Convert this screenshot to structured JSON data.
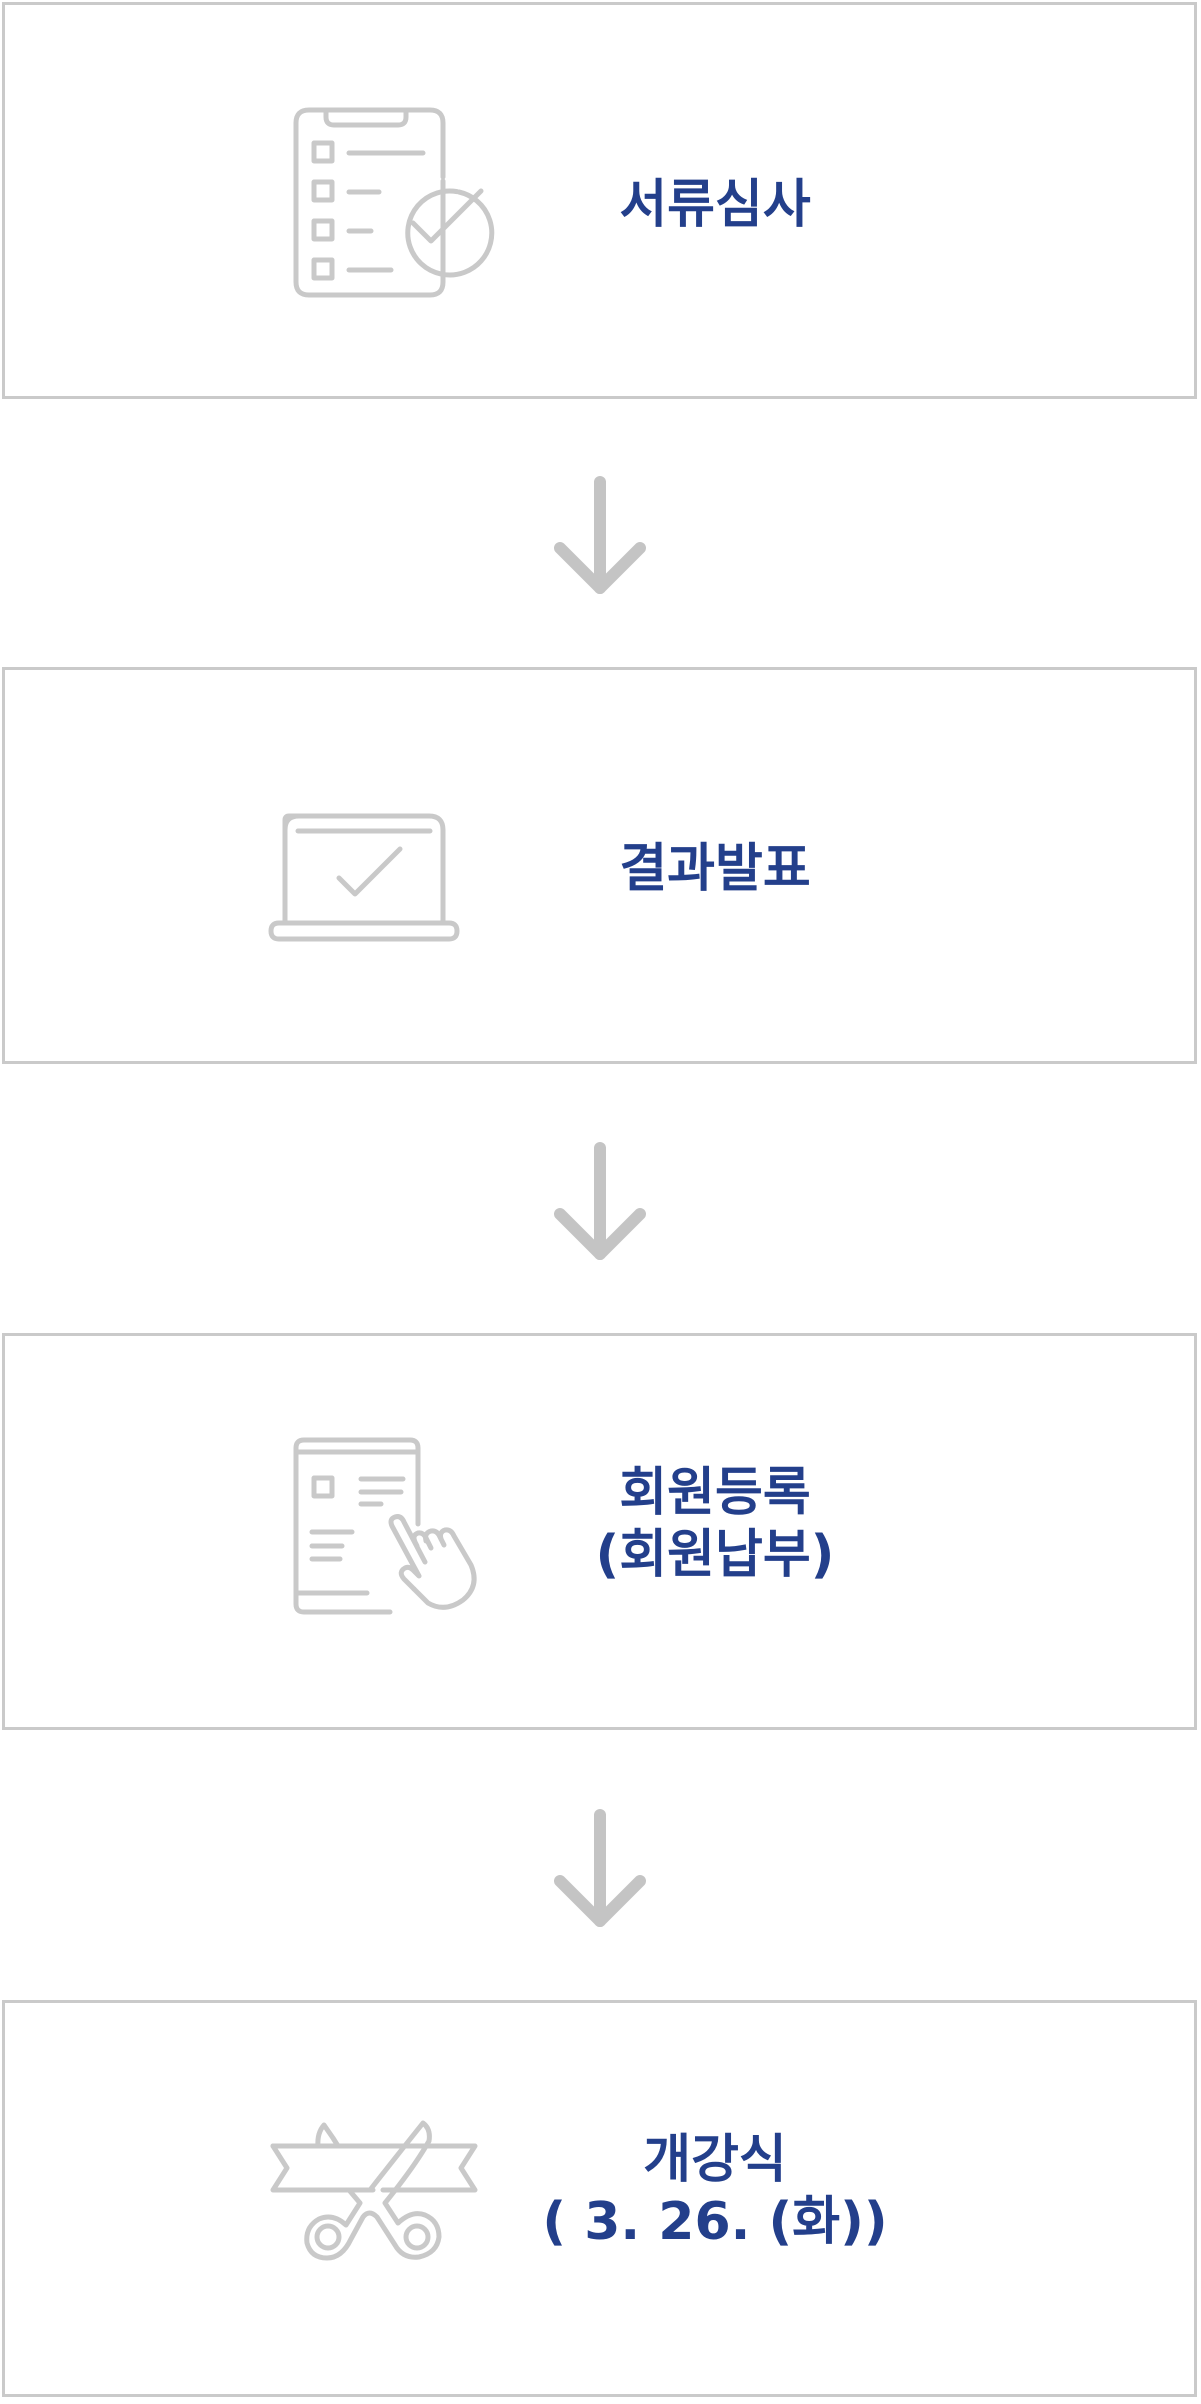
{
  "colors": {
    "label_text": "#233f8b",
    "icon_stroke": "#c9c9c9",
    "box_border": "#cacaca",
    "arrow": "#c4c4c4"
  },
  "steps": [
    {
      "icon": "clipboard-checklist-icon",
      "label": "서류심사"
    },
    {
      "icon": "laptop-check-icon",
      "label": "결과발표"
    },
    {
      "icon": "document-hand-click-icon",
      "label": "회원등록\n(회원납부)"
    },
    {
      "icon": "ribbon-cutting-scissors-icon",
      "label": "개강식\n( 3. 26. (화))"
    }
  ],
  "connectors": [
    {
      "icon": "arrow-down-icon"
    },
    {
      "icon": "arrow-down-icon"
    },
    {
      "icon": "arrow-down-icon"
    }
  ]
}
